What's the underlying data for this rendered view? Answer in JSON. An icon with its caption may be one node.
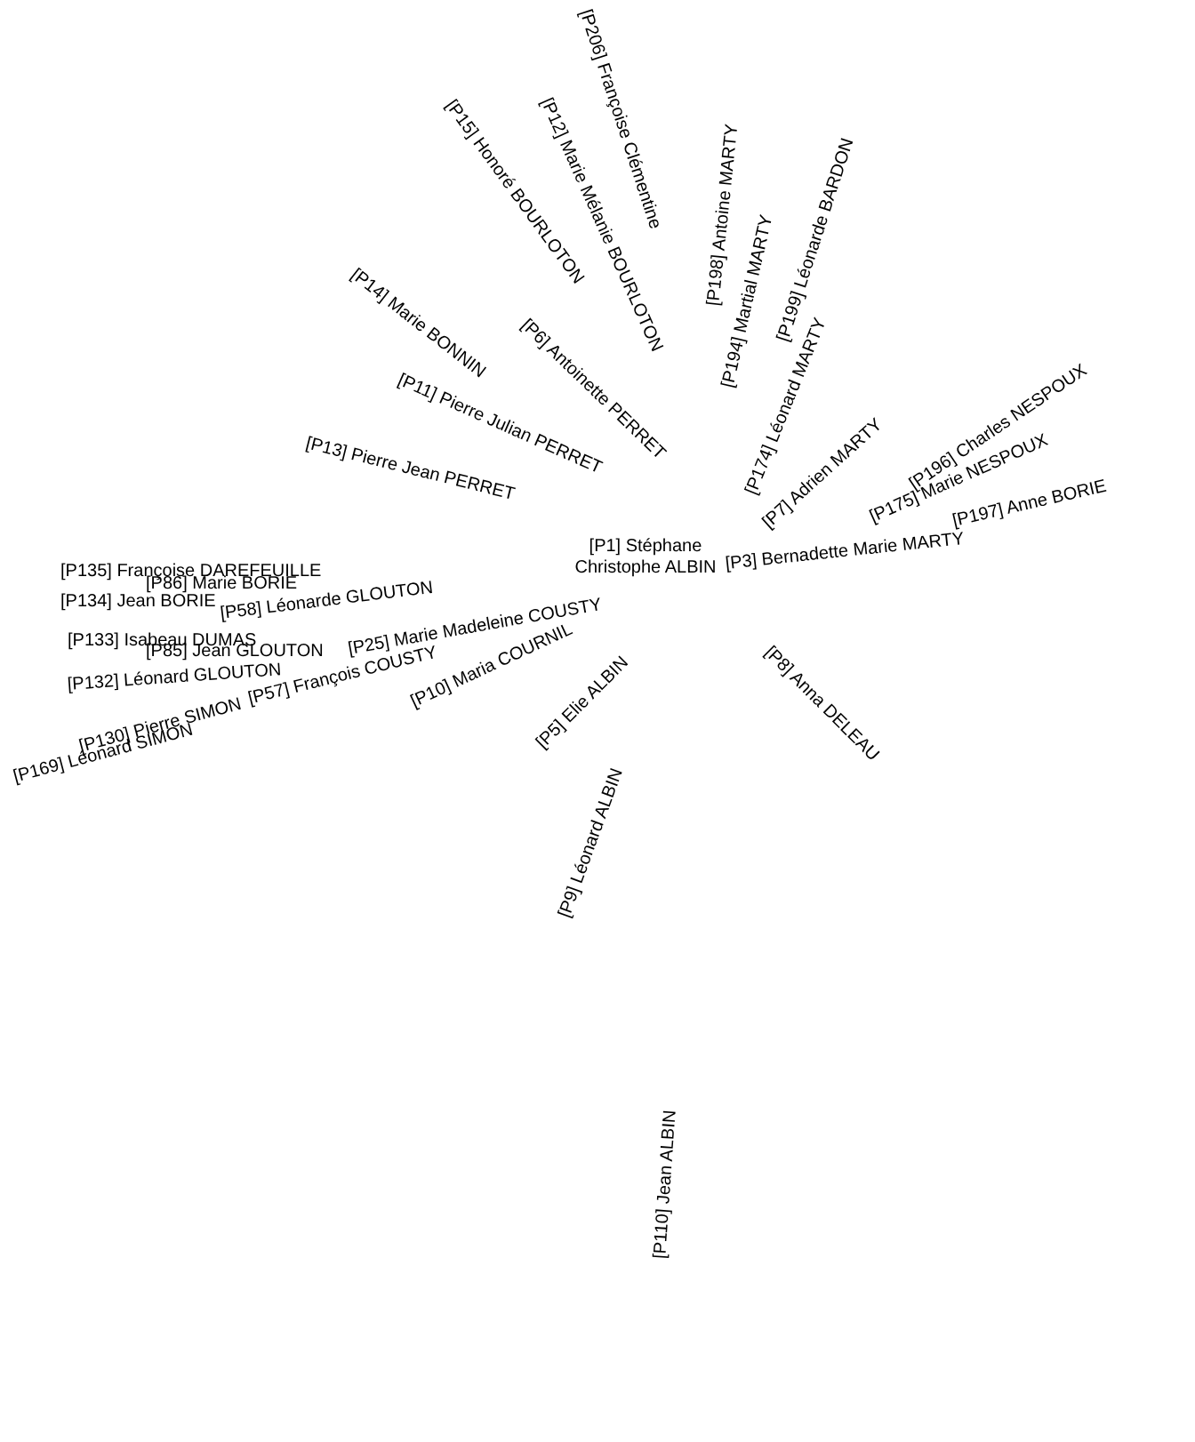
{
  "diagram": {
    "labels": [
      "[P15] Honoré BOURLOTON",
      "[P12] Marie Mélanie BOURLOTON",
      "[P206] Françoise Clémentine",
      "[P198] Antoine MARTY",
      "[P194] Martial MARTY",
      "[P199] Léonarde BARDON",
      "[P13] Pierre Jean PERRET",
      "[P14] Marie BONNIN",
      "[P11] Pierre Julian PERRET",
      "[P6] Antoinette PERRET",
      "[P174] Léonard MARTY",
      "[P7] Adrien MARTY",
      "[P175] Marie NESPOUX",
      "[P196] Charles NESPOUX",
      "[P197] Anne BORIE",
      "[P135] Françoise DAREFEUILLE",
      "[P134] Jean BORIE",
      "[P86] Marie BORIE",
      "[P58] Léonarde GLOUTON",
      "[P1] Stéphane Christophe ALBIN",
      "[P3] Bernadette Marie MARTY",
      "[P133] Isabeau DUMAS",
      "[P132] Léonard GLOUTON",
      "[P85] Jean GLOUTON",
      "[P169] Léonard SIMON",
      "[P130] Pierre SIMON",
      "[P57] François COUSTY",
      "[P25] Marie Madeleine COUSTY",
      "[P10] Maria COURNIL",
      "[P5] Elie ALBIN",
      "[P8] Anna DELEAU",
      "[P9] Léonard ALBIN",
      "[P110] Jean ALBIN"
    ]
  }
}
